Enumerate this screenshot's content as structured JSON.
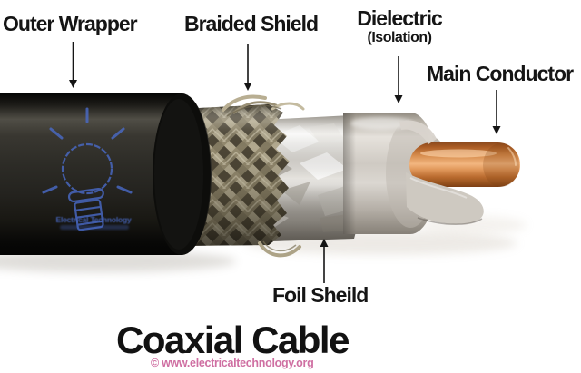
{
  "diagram": {
    "title": "Coaxial Cable",
    "watermark": "© www.electricaltechnology.org",
    "labels": {
      "outer_wrapper": "Outer Wrapper",
      "braided_shield": "Braided Shield",
      "dielectric": "Dielectric",
      "dielectric_sub": "(Isolation)",
      "main_conductor": "Main Conductor",
      "foil_shield": "Foil Sheild"
    },
    "logo": {
      "brand": "Electrical Technology"
    }
  },
  "theme": {
    "ink": "#151515",
    "logo_blue": "#4a6bc9",
    "watermark_pink": "#cf6fa2",
    "background": "#ffffff",
    "jacket_black": "#17160f",
    "braid_tan": "#a89e85",
    "foil_silver": "#d9d6d0",
    "dielectric_ivory": "#d6d1ca",
    "copper": "#c97b45"
  }
}
